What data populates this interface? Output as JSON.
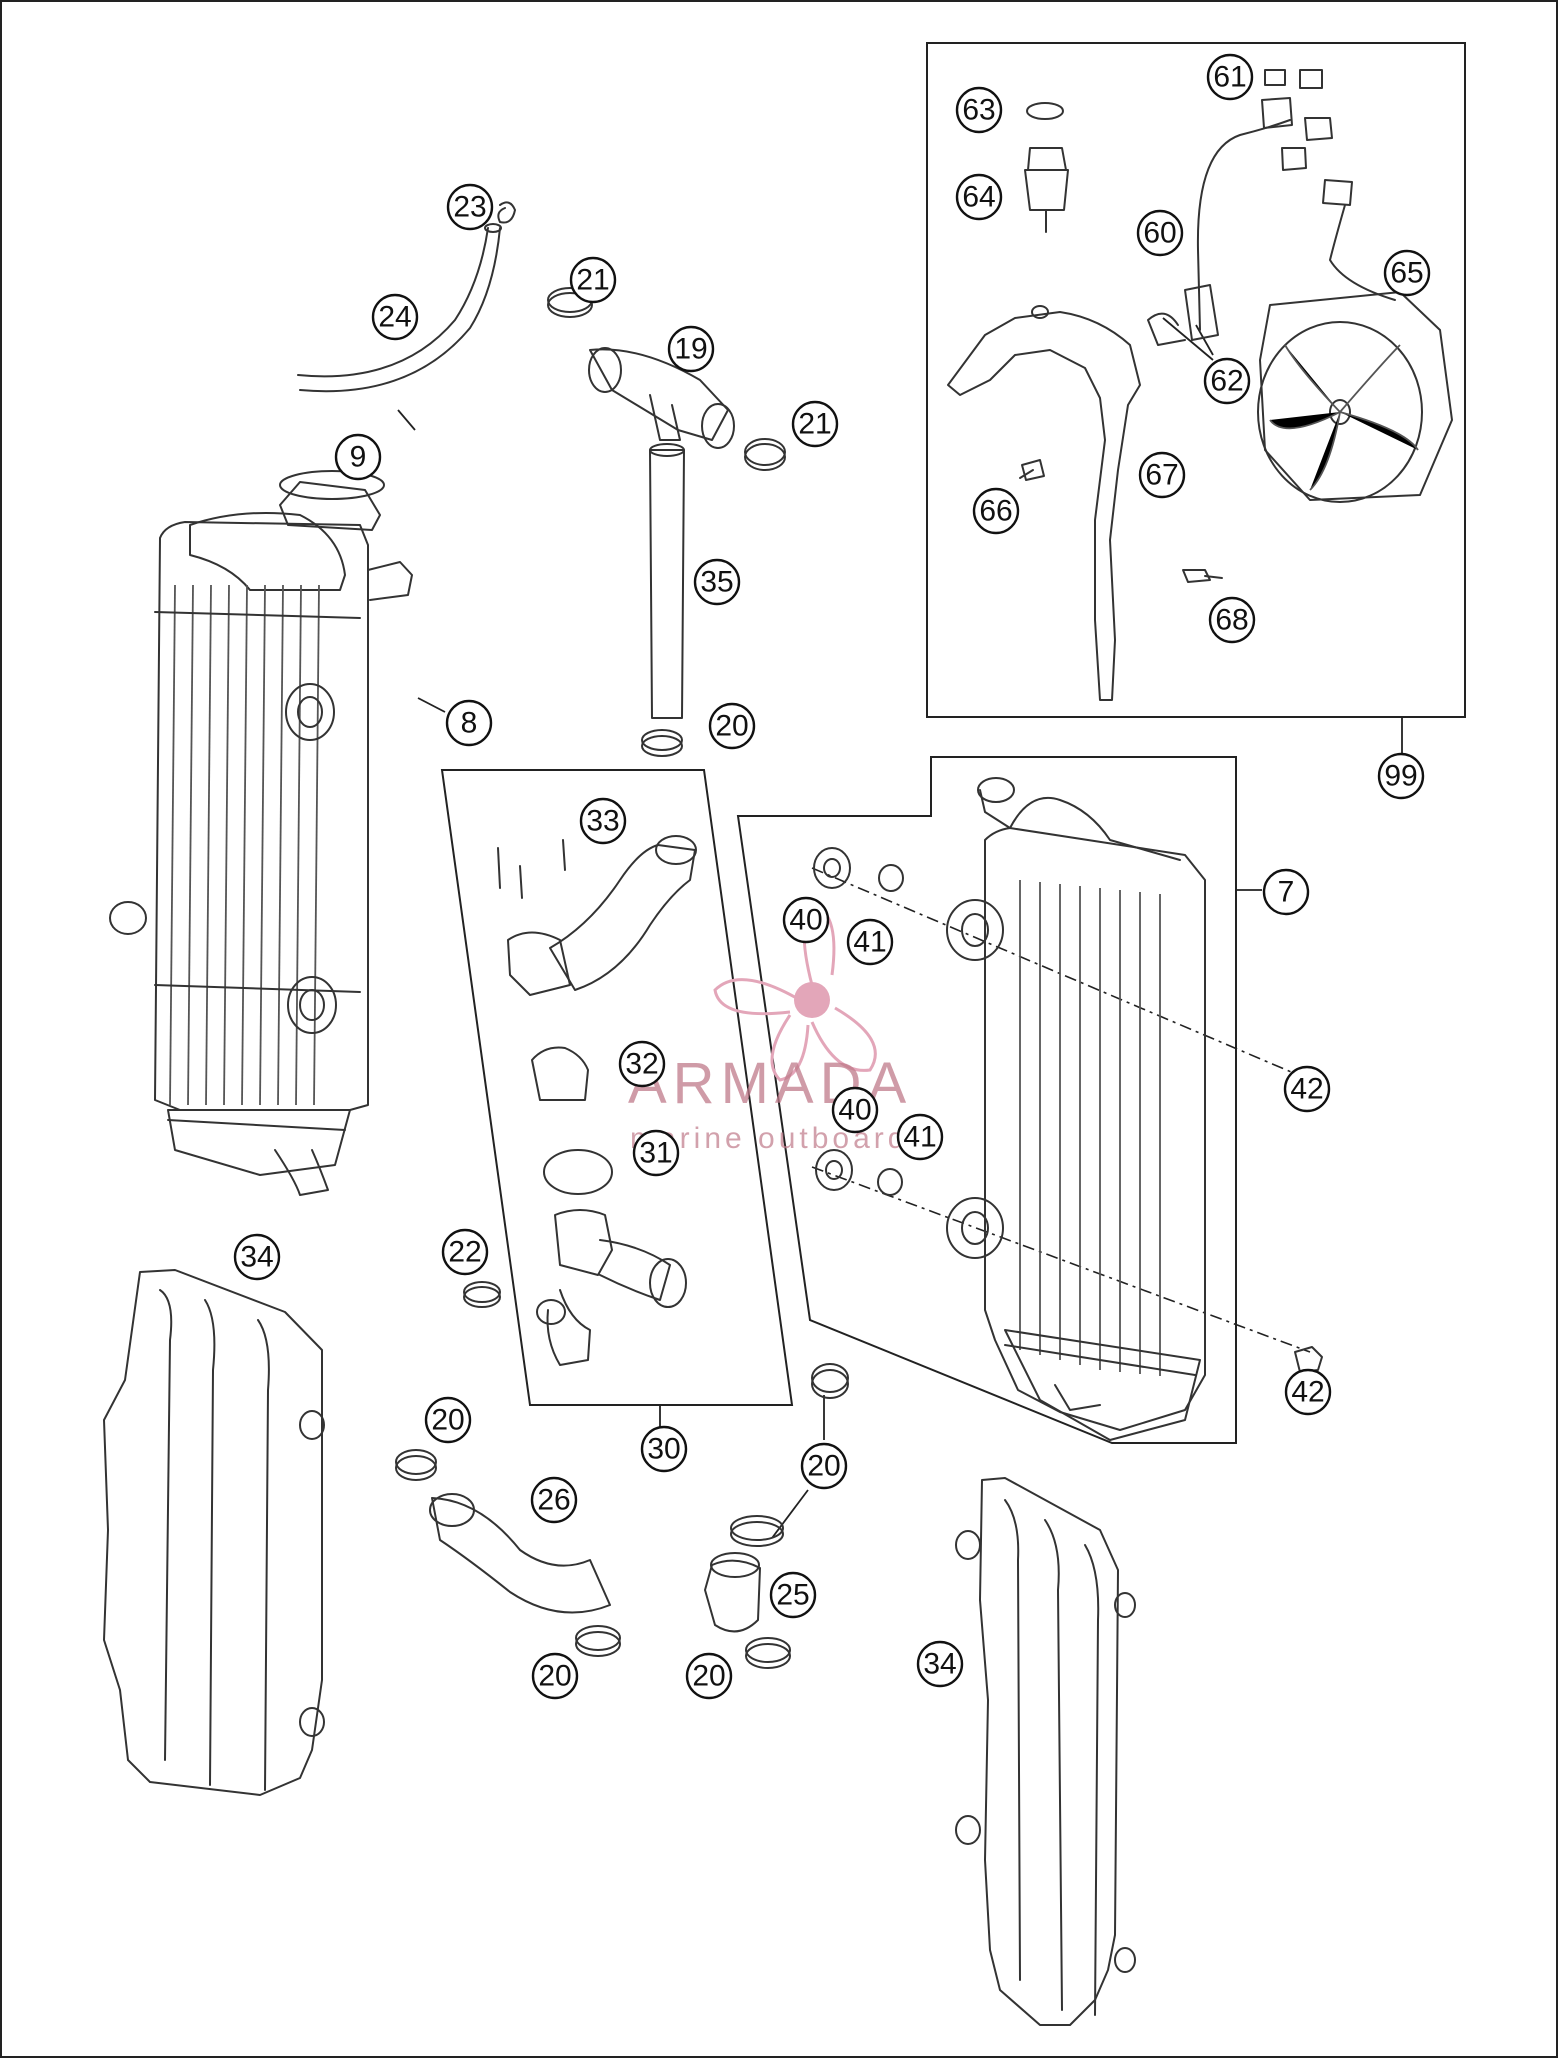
{
  "callouts": [
    {
      "label": "9"
    },
    {
      "label": "8"
    },
    {
      "label": "23"
    },
    {
      "label": "24"
    },
    {
      "label": "21"
    },
    {
      "label": "19"
    },
    {
      "label": "21"
    },
    {
      "label": "35"
    },
    {
      "label": "20"
    },
    {
      "label": "33"
    },
    {
      "label": "32"
    },
    {
      "label": "31"
    },
    {
      "label": "22"
    },
    {
      "label": "30"
    },
    {
      "label": "40"
    },
    {
      "label": "41"
    },
    {
      "label": "40"
    },
    {
      "label": "41"
    },
    {
      "label": "42"
    },
    {
      "label": "42"
    },
    {
      "label": "7"
    },
    {
      "label": "34"
    },
    {
      "label": "20"
    },
    {
      "label": "26"
    },
    {
      "label": "20"
    },
    {
      "label": "20"
    },
    {
      "label": "25"
    },
    {
      "label": "20"
    },
    {
      "label": "34"
    },
    {
      "label": "63"
    },
    {
      "label": "61"
    },
    {
      "label": "64"
    },
    {
      "label": "60"
    },
    {
      "label": "65"
    },
    {
      "label": "62"
    },
    {
      "label": "67"
    },
    {
      "label": "66"
    },
    {
      "label": "68"
    },
    {
      "label": "99"
    }
  ],
  "watermark": {
    "brand": "ARMADA",
    "tagline": "marine outboards",
    "accent": "#e3a6b9"
  }
}
